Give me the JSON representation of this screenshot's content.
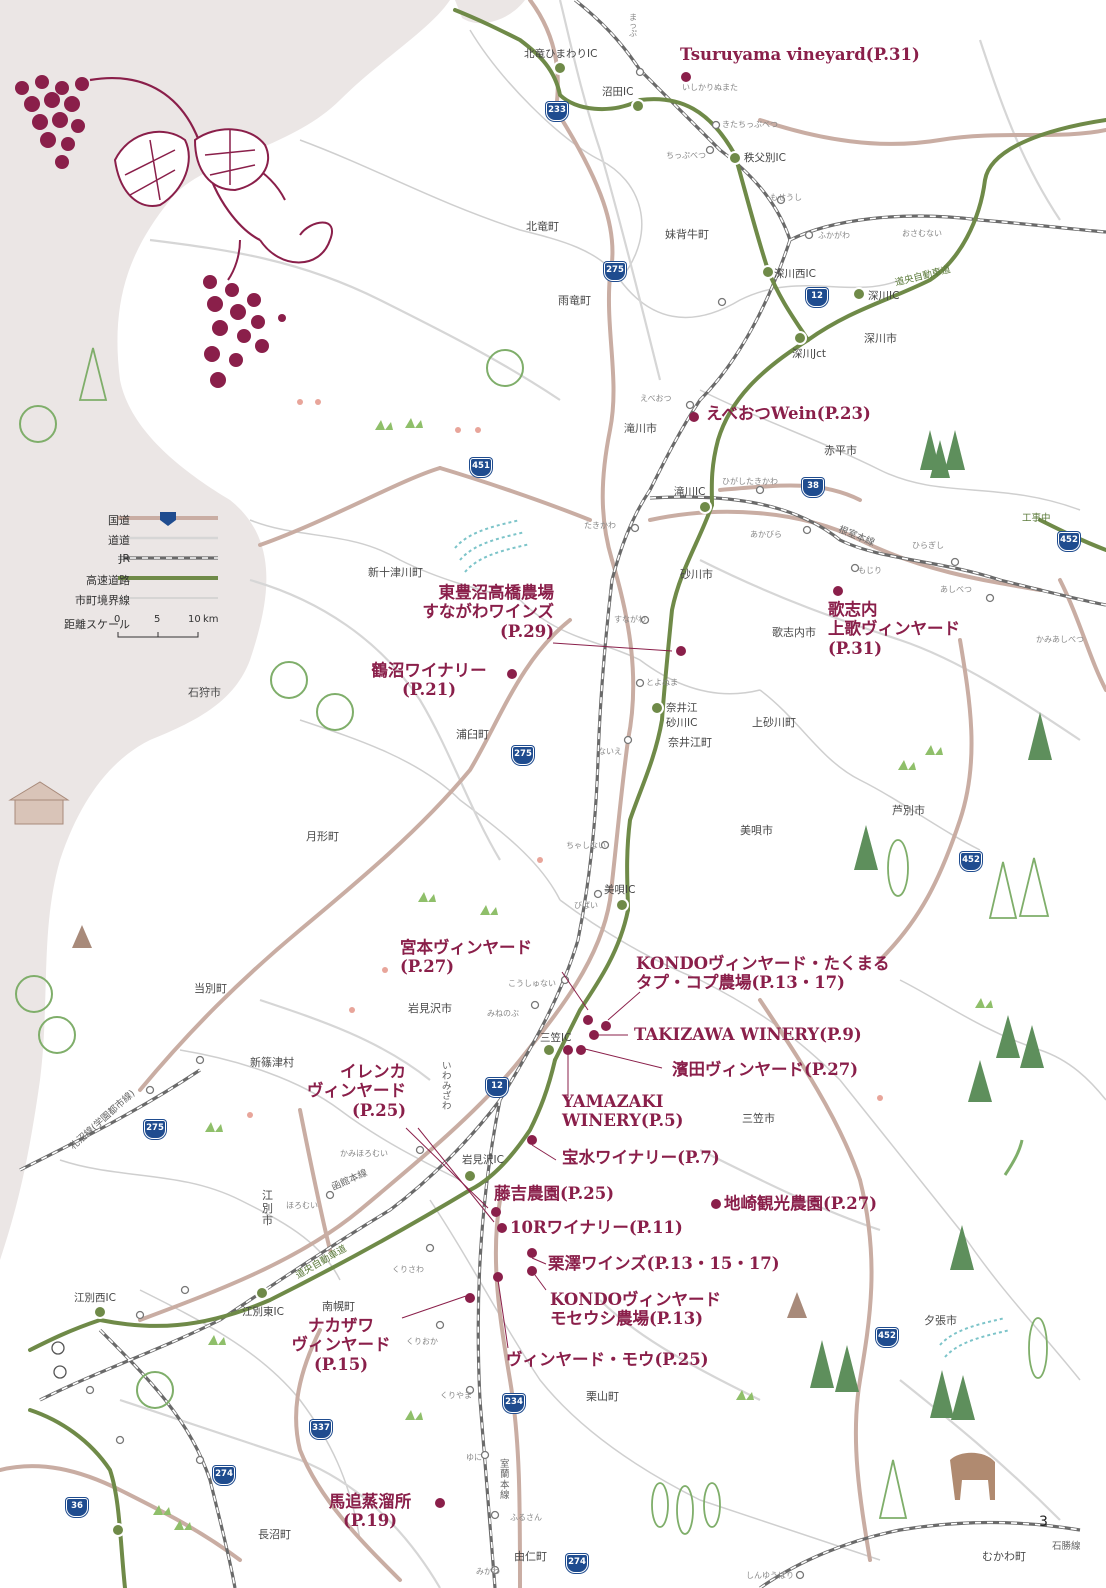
{
  "colors": {
    "wine": "#8a1f4a",
    "national_road": "#c9ada3",
    "road": "#d3d3d3",
    "expressway": "#6f8a48",
    "boundary": "#c8c8c8",
    "route_badge": "#1f4c8f",
    "coast_fill": "#ebe6e5"
  },
  "legend": {
    "national_road": "国道",
    "road": "道道",
    "jr": "JR",
    "expressway": "高速道路",
    "boundary": "市町境界線",
    "scale": "距離スケール",
    "scale_ticks": [
      "0",
      "5",
      "10",
      "km"
    ]
  },
  "wineries": [
    {
      "id": "tsuruyama",
      "text": "Tsuruyama vineyard(P.31)"
    },
    {
      "id": "ebeotsu",
      "text": "えべおつWein(P.23)"
    },
    {
      "id": "higashitoyonuma",
      "lines": [
        "東豊沼高橋農場",
        "すながわワインズ",
        "(P.29)"
      ]
    },
    {
      "id": "tsurunuma",
      "lines": [
        "鶴沼ワイナリー",
        "(P.21)"
      ]
    },
    {
      "id": "utashinai",
      "lines": [
        "歌志内",
        "上歌ヴィンヤード",
        "(P.31)"
      ]
    },
    {
      "id": "miyamoto",
      "lines": [
        "宮本ヴィンヤード",
        "(P.27)"
      ]
    },
    {
      "id": "kondo_takumaru",
      "lines": [
        "KONDOヴィンヤード・たくまる",
        "タプ・コプ農場(P.13・17)"
      ]
    },
    {
      "id": "takizawa",
      "text": "TAKIZAWA WINERY(P.9)"
    },
    {
      "id": "hamada",
      "text": "濱田ヴィンヤード(P.27)"
    },
    {
      "id": "irenka",
      "lines": [
        "イレンカ",
        "ヴィンヤード",
        "(P.25)"
      ]
    },
    {
      "id": "yamazaki",
      "lines": [
        "YAMAZAKI",
        "WINERY(P.5)"
      ]
    },
    {
      "id": "housui",
      "text": "宝水ワイナリー(P.7)"
    },
    {
      "id": "fujiyoshi",
      "text": "藤吉農園(P.25)"
    },
    {
      "id": "chisaki",
      "text": "地崎観光農園(P.27)"
    },
    {
      "id": "10r",
      "text": "10Rワイナリー(P.11)"
    },
    {
      "id": "kurisawa",
      "text": "栗澤ワインズ(P.13・15・17)"
    },
    {
      "id": "kondo_moseushi",
      "lines": [
        "KONDOヴィンヤード",
        "モセウシ農場(P.13)"
      ]
    },
    {
      "id": "nakazawa",
      "lines": [
        "ナカザワ",
        "ヴィンヤード",
        "(P.15)"
      ]
    },
    {
      "id": "mou",
      "text": "ヴィンヤード・モウ(P.25)"
    },
    {
      "id": "maoi",
      "lines": [
        "馬追蒸溜所",
        "(P.19)"
      ]
    }
  ],
  "towns": [
    {
      "id": "kitaryu",
      "text": "北竜町"
    },
    {
      "id": "moseushi",
      "text": "妹背牛町"
    },
    {
      "id": "uryu",
      "text": "雨竜町"
    },
    {
      "id": "fukagawa",
      "text": "深川市"
    },
    {
      "id": "takikawa",
      "text": "滝川市"
    },
    {
      "id": "akabira",
      "text": "赤平市"
    },
    {
      "id": "shintotsukawa",
      "text": "新十津川町"
    },
    {
      "id": "sunagawa",
      "text": "砂川市"
    },
    {
      "id": "utashinai_city",
      "text": "歌志内市"
    },
    {
      "id": "kamisunagawa",
      "text": "上砂川町"
    },
    {
      "id": "naie",
      "text": "奈井江町"
    },
    {
      "id": "urausu",
      "text": "浦臼町"
    },
    {
      "id": "ishikari",
      "text": "石狩市"
    },
    {
      "id": "tsukigata",
      "text": "月形町"
    },
    {
      "id": "bibai",
      "text": "美唄市"
    },
    {
      "id": "ashibetsu",
      "text": "芦別市"
    },
    {
      "id": "iwamizawa",
      "text": "岩見沢市"
    },
    {
      "id": "tobetsu",
      "text": "当別町"
    },
    {
      "id": "shinshinotsu",
      "text": "新篠津村"
    },
    {
      "id": "mikasa",
      "text": "三笠市"
    },
    {
      "id": "ebetsu",
      "text": "江別市"
    },
    {
      "id": "nanporo",
      "text": "南幌町"
    },
    {
      "id": "yubari",
      "text": "夕張市"
    },
    {
      "id": "kuriyama",
      "text": "栗山町"
    },
    {
      "id": "naganuma",
      "text": "長沼町"
    },
    {
      "id": "yuni",
      "text": "由仁町"
    },
    {
      "id": "mukawa",
      "text": "むかわ町"
    },
    {
      "id": "sekisho",
      "text": "石勝線"
    }
  ],
  "interchanges": [
    {
      "id": "kitaryu_ic",
      "text": "北竜ひまわりIC"
    },
    {
      "id": "numata_ic",
      "text": "沼田IC"
    },
    {
      "id": "chippubetsu_ic",
      "text": "秩父別IC"
    },
    {
      "id": "fukagawanishi_ic",
      "text": "深川西IC"
    },
    {
      "id": "fukagawa_ic",
      "text": "深川IC"
    },
    {
      "id": "fukagawa_jct",
      "text": "深川Jct"
    },
    {
      "id": "takikawa_ic",
      "text": "滝川IC"
    },
    {
      "id": "naie_ic_1",
      "text": "奈井江"
    },
    {
      "id": "naie_ic_2",
      "text": "砂川IC"
    },
    {
      "id": "bibai_ic",
      "text": "美唄IC"
    },
    {
      "id": "mikasa_ic",
      "text": "三笠IC"
    },
    {
      "id": "iwamizawa_ic",
      "text": "岩見沢IC"
    },
    {
      "id": "ebetsunishi_ic",
      "text": "江別西IC"
    },
    {
      "id": "ebetsuhigashi_ic",
      "text": "江別東IC"
    },
    {
      "id": "doou_exp",
      "text": "道央自動車道"
    },
    {
      "id": "doou_exp2",
      "text": "道央自動車道"
    },
    {
      "id": "construction",
      "text": "工事中"
    }
  ],
  "rail_lines": [
    {
      "id": "nemuro",
      "text": "根室本線"
    },
    {
      "id": "hakodate",
      "text": "函館本線"
    },
    {
      "id": "sassho",
      "text": "札沼線(学園都市線)"
    },
    {
      "id": "muroran",
      "text": "室蘭本線"
    },
    {
      "id": "iwamizawa_v",
      "text": "いわみざわ"
    }
  ],
  "stations": [
    {
      "id": "mappu",
      "text": "まっぷ"
    },
    {
      "id": "ishikarinumata",
      "text": "いしかりぬまた"
    },
    {
      "id": "kitachippubetsu",
      "text": "きたちっぷべつ"
    },
    {
      "id": "chippubetsu",
      "text": "ちっぷべつ"
    },
    {
      "id": "moseushi_st",
      "text": "もせうし"
    },
    {
      "id": "fukagawa_st",
      "text": "ふかがわ"
    },
    {
      "id": "osamunai",
      "text": "おさむない"
    },
    {
      "id": "ebeotsu_st",
      "text": "えべおつ"
    },
    {
      "id": "higashitakikawa",
      "text": "ひがしたきかわ"
    },
    {
      "id": "takikawa_st",
      "text": "たきかわ"
    },
    {
      "id": "akabira_st",
      "text": "あかびら"
    },
    {
      "id": "moshiri",
      "text": "もじり"
    },
    {
      "id": "hiragishi",
      "text": "ひらぎし"
    },
    {
      "id": "ashibetsu_st",
      "text": "あしべつ"
    },
    {
      "id": "kamiashibetsu",
      "text": "かみあしべつ"
    },
    {
      "id": "sunagawa_st",
      "text": "すながわ"
    },
    {
      "id": "toyonuma",
      "text": "とよぬま"
    },
    {
      "id": "naie_st",
      "text": "ないえ"
    },
    {
      "id": "chashinai",
      "text": "ちゃしない"
    },
    {
      "id": "bibai_st",
      "text": "びばい"
    },
    {
      "id": "koshunai",
      "text": "こうしゅない"
    },
    {
      "id": "minenobu",
      "text": "みねのぶ"
    },
    {
      "id": "kamihoromui",
      "text": "かみほろむい"
    },
    {
      "id": "horomui",
      "text": "ほろむい"
    },
    {
      "id": "kurisawa_st",
      "text": "くりさわ"
    },
    {
      "id": "kurioka",
      "text": "くりおか"
    },
    {
      "id": "kuriyama_st",
      "text": "くりやま"
    },
    {
      "id": "yuni_st",
      "text": "ゆに"
    },
    {
      "id": "furusan",
      "text": "ふるさん"
    },
    {
      "id": "mikawa",
      "text": "みかわ"
    },
    {
      "id": "shinyubari",
      "text": "しんゆうばり"
    }
  ],
  "routes": [
    {
      "id": "r233a",
      "num": "233"
    },
    {
      "id": "r275a",
      "num": "275"
    },
    {
      "id": "r12a",
      "num": "12"
    },
    {
      "id": "r451",
      "num": "451"
    },
    {
      "id": "r38",
      "num": "38"
    },
    {
      "id": "r452a",
      "num": "452"
    },
    {
      "id": "r275b",
      "num": "275"
    },
    {
      "id": "r452b",
      "num": "452"
    },
    {
      "id": "r12b",
      "num": "12"
    },
    {
      "id": "r275c",
      "num": "275"
    },
    {
      "id": "r452c",
      "num": "452"
    },
    {
      "id": "r234",
      "num": "234"
    },
    {
      "id": "r337",
      "num": "337"
    },
    {
      "id": "r274a",
      "num": "274"
    },
    {
      "id": "r36",
      "num": "36"
    },
    {
      "id": "r274b",
      "num": "274"
    }
  ],
  "page_number": "3"
}
